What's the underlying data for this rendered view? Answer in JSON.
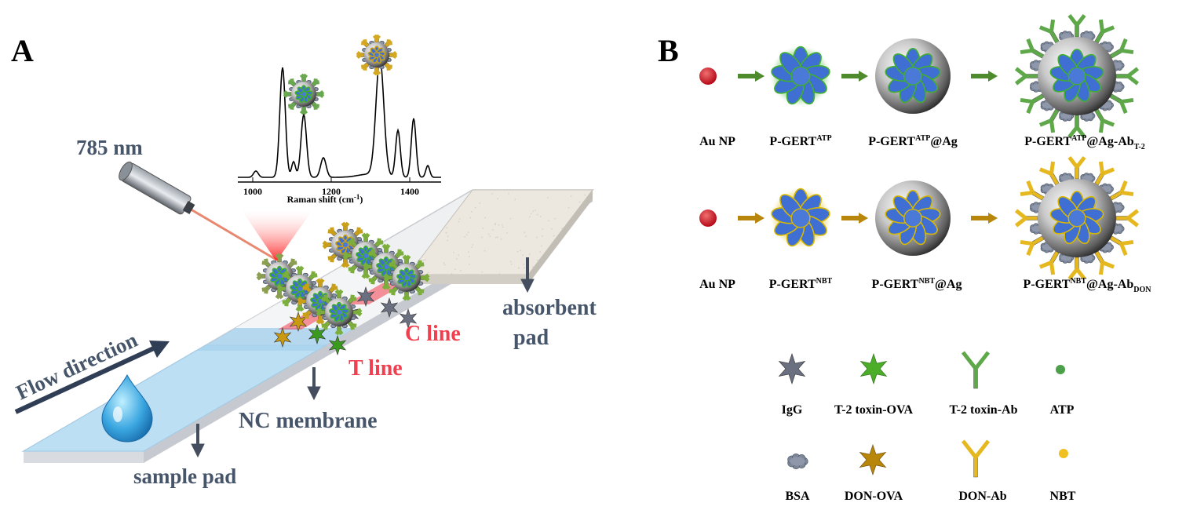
{
  "panelA": {
    "label": "A",
    "laser": "785 nm",
    "spectrum": {
      "xlabel": "Raman shift (cm",
      "xlabel_sup": "-1",
      "xlabel_end": ")",
      "ticks": [
        "1000",
        "1200",
        "1400"
      ]
    },
    "flow": "Flow direction",
    "c_line": "C line",
    "t_line": "T line",
    "absorbent_1": "absorbent",
    "absorbent_2": "pad",
    "nc": "NC membrane",
    "sample": "sample pad"
  },
  "panelB": {
    "label": "B",
    "row1": {
      "au": "Au NP",
      "p_main": "P-GERT",
      "p_sup": "ATP",
      "ag_main": "P-GERT",
      "ag_sup": "ATP",
      "ag_end": "@Ag",
      "ab_main": "P-GERT",
      "ab_sup": "ATP",
      "ab_end": "@Ag-Ab",
      "ab_sub": "T-2"
    },
    "row2": {
      "au": "Au NP",
      "p_main": "P-GERT",
      "p_sup": "NBT",
      "ag_main": "P-GERT",
      "ag_sup": "NBT",
      "ag_end": "@Ag",
      "ab_main": "P-GERT",
      "ab_sup": "NBT",
      "ab_end": "@Ag-Ab",
      "ab_sub": "DON"
    },
    "legend": {
      "igg": "IgG",
      "t2ova": "T-2 toxin-OVA",
      "t2ab": "T-2 toxin-Ab",
      "atp": "ATP",
      "bsa": "BSA",
      "donova": "DON-OVA",
      "donab": "DON-Ab",
      "nbt": "NBT"
    }
  }
}
